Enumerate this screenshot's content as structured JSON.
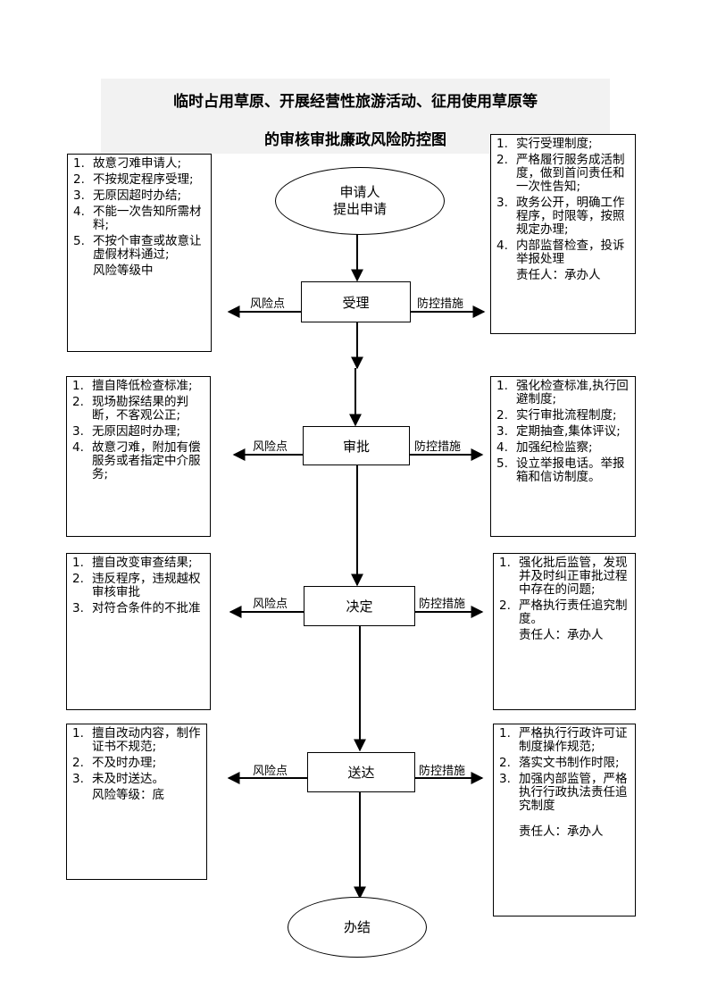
{
  "title": {
    "line1": "临时占用草原、开展经营性旅游活动、征用使用草原等",
    "line2": "的审核审批廉政风险防控图"
  },
  "start_node": {
    "line1": "申请人",
    "line2": "提出申请"
  },
  "end_node": {
    "label": "办结"
  },
  "connector_labels": {
    "risk": "风险点",
    "control": "防控措施"
  },
  "stages": [
    {
      "name": "受理",
      "risks": [
        {
          "num": "1.",
          "text": "故意刁难申请人;"
        },
        {
          "num": "2.",
          "text": "不按规定程序受理;"
        },
        {
          "num": "3.",
          "text": "无原因超时办结;"
        },
        {
          "num": "4.",
          "text": "不能一次告知所需材料;"
        },
        {
          "num": "5.",
          "text": "不按个审查或故意让虚假材料通过;"
        }
      ],
      "risk_note": "风险等级中",
      "controls": [
        {
          "num": "1.",
          "text": "实行受理制度;"
        },
        {
          "num": "2.",
          "text": "严格履行服务成活制度，做到首问责任和一次性告知;"
        },
        {
          "num": "3.",
          "text": "政务公开，明确工作程序，时限等，按照规定办理;"
        },
        {
          "num": "4.",
          "text": "内部监督检查，投诉举报处理"
        }
      ],
      "control_note": "责任人：承办人"
    },
    {
      "name": "审批",
      "risks": [
        {
          "num": "1.",
          "text": "擅自降低检查标准;"
        },
        {
          "num": "2.",
          "text": "现场勘探结果的判断，不客观公正;"
        },
        {
          "num": "3.",
          "text": "无原因超时办理;"
        },
        {
          "num": "4.",
          "text": "故意刁难，附加有偿服务或者指定中介服务;"
        }
      ],
      "risk_note": "",
      "controls": [
        {
          "num": "1.",
          "text": "强化检查标准,执行回避制度;"
        },
        {
          "num": "2.",
          "text": "实行审批流程制度;"
        },
        {
          "num": "3.",
          "text": "定期抽查,集体评议;"
        },
        {
          "num": "4.",
          "text": "加强纪检监察;"
        },
        {
          "num": "5.",
          "text": "设立举报电话。举报箱和信访制度。"
        }
      ],
      "control_note": ""
    },
    {
      "name": "决定",
      "risks": [
        {
          "num": "1.",
          "text": "擅自改变审查结果;"
        },
        {
          "num": "2.",
          "text": "违反程序，违规越权审核审批"
        },
        {
          "num": "3.",
          "text": "对符合条件的不批准"
        }
      ],
      "risk_note": "",
      "controls": [
        {
          "num": "1.",
          "text": "强化批后监管，发现并及时纠正审批过程中存在的问题;"
        },
        {
          "num": "2.",
          "text": "严格执行责任追究制度。"
        }
      ],
      "control_note": "责任人：承办人"
    },
    {
      "name": "送达",
      "risks": [
        {
          "num": "1.",
          "text": "擅自改动内容，制作证书不规范;"
        },
        {
          "num": "2.",
          "text": "不及时办理;"
        },
        {
          "num": "3.",
          "text": "未及时送达。"
        }
      ],
      "risk_note": "风险等级：底",
      "controls": [
        {
          "num": "1.",
          "text": "严格执行行政许可证制度操作规范;"
        },
        {
          "num": "2.",
          "text": "落实文书制作时限;"
        },
        {
          "num": "3.",
          "text": "加强内部监管，严格执行行政执法责任追究制度"
        }
      ],
      "control_note": "责任人：承办人"
    }
  ]
}
